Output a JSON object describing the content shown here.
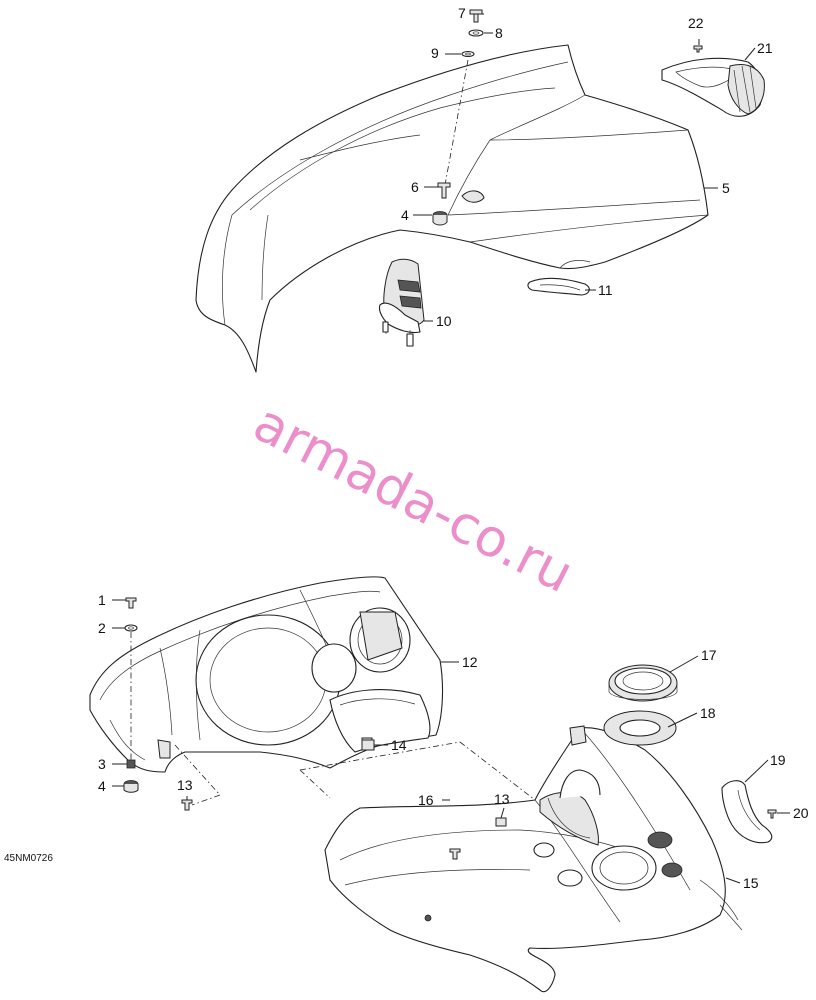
{
  "diagram": {
    "reference_code": "45NM0726",
    "watermark": "armada-co.ru",
    "parts": [
      {
        "id": "p1",
        "label": "1"
      },
      {
        "id": "p2",
        "label": "2"
      },
      {
        "id": "p3",
        "label": "3"
      },
      {
        "id": "p4a",
        "label": "4"
      },
      {
        "id": "p4b",
        "label": "4"
      },
      {
        "id": "p5",
        "label": "5"
      },
      {
        "id": "p6",
        "label": "6"
      },
      {
        "id": "p7",
        "label": "7"
      },
      {
        "id": "p8",
        "label": "8"
      },
      {
        "id": "p9",
        "label": "9"
      },
      {
        "id": "p10",
        "label": "10"
      },
      {
        "id": "p11",
        "label": "11"
      },
      {
        "id": "p12",
        "label": "12"
      },
      {
        "id": "p13a",
        "label": "13"
      },
      {
        "id": "p13b",
        "label": "13"
      },
      {
        "id": "p14",
        "label": "14"
      },
      {
        "id": "p15",
        "label": "15"
      },
      {
        "id": "p16",
        "label": "16"
      },
      {
        "id": "p17",
        "label": "17"
      },
      {
        "id": "p18",
        "label": "18"
      },
      {
        "id": "p19",
        "label": "19"
      },
      {
        "id": "p20",
        "label": "20"
      },
      {
        "id": "p21",
        "label": "21"
      },
      {
        "id": "p22",
        "label": "22"
      }
    ]
  }
}
